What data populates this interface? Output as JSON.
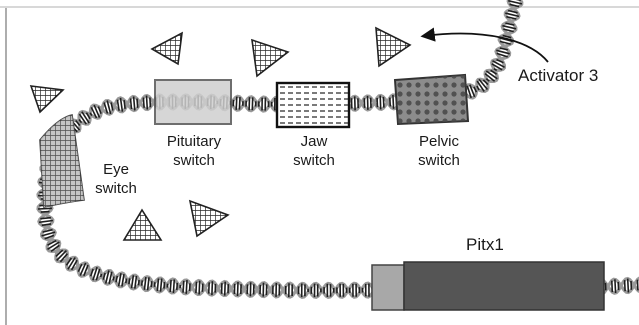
{
  "labels": {
    "activator": "Activator 3",
    "pitx1": "Pitx1",
    "eye": [
      "Eye",
      "switch"
    ],
    "pituitary": [
      "Pituitary",
      "switch"
    ],
    "jaw": [
      "Jaw",
      "switch"
    ],
    "pelvic": [
      "Pelvic",
      "switch"
    ]
  },
  "icons": {
    "activator_marker": "triangle-crosshatch-icon",
    "arrow": "curved-arrow-icon",
    "dna": "dna-double-helix"
  },
  "colors": {
    "dna_strand": "#9a9a9a",
    "dna_rungs": "#1e1e1e",
    "pitx1_gene": "#555555",
    "pitx1_promoter": "#a8a8a8",
    "pituitary_switch": "#cfcfcf",
    "pelvic_switch": "#8a8a8a",
    "pelvic_dots": "#4a4a4a",
    "eye_switch": "#7d7d7d",
    "border": "#2a2a2a"
  }
}
